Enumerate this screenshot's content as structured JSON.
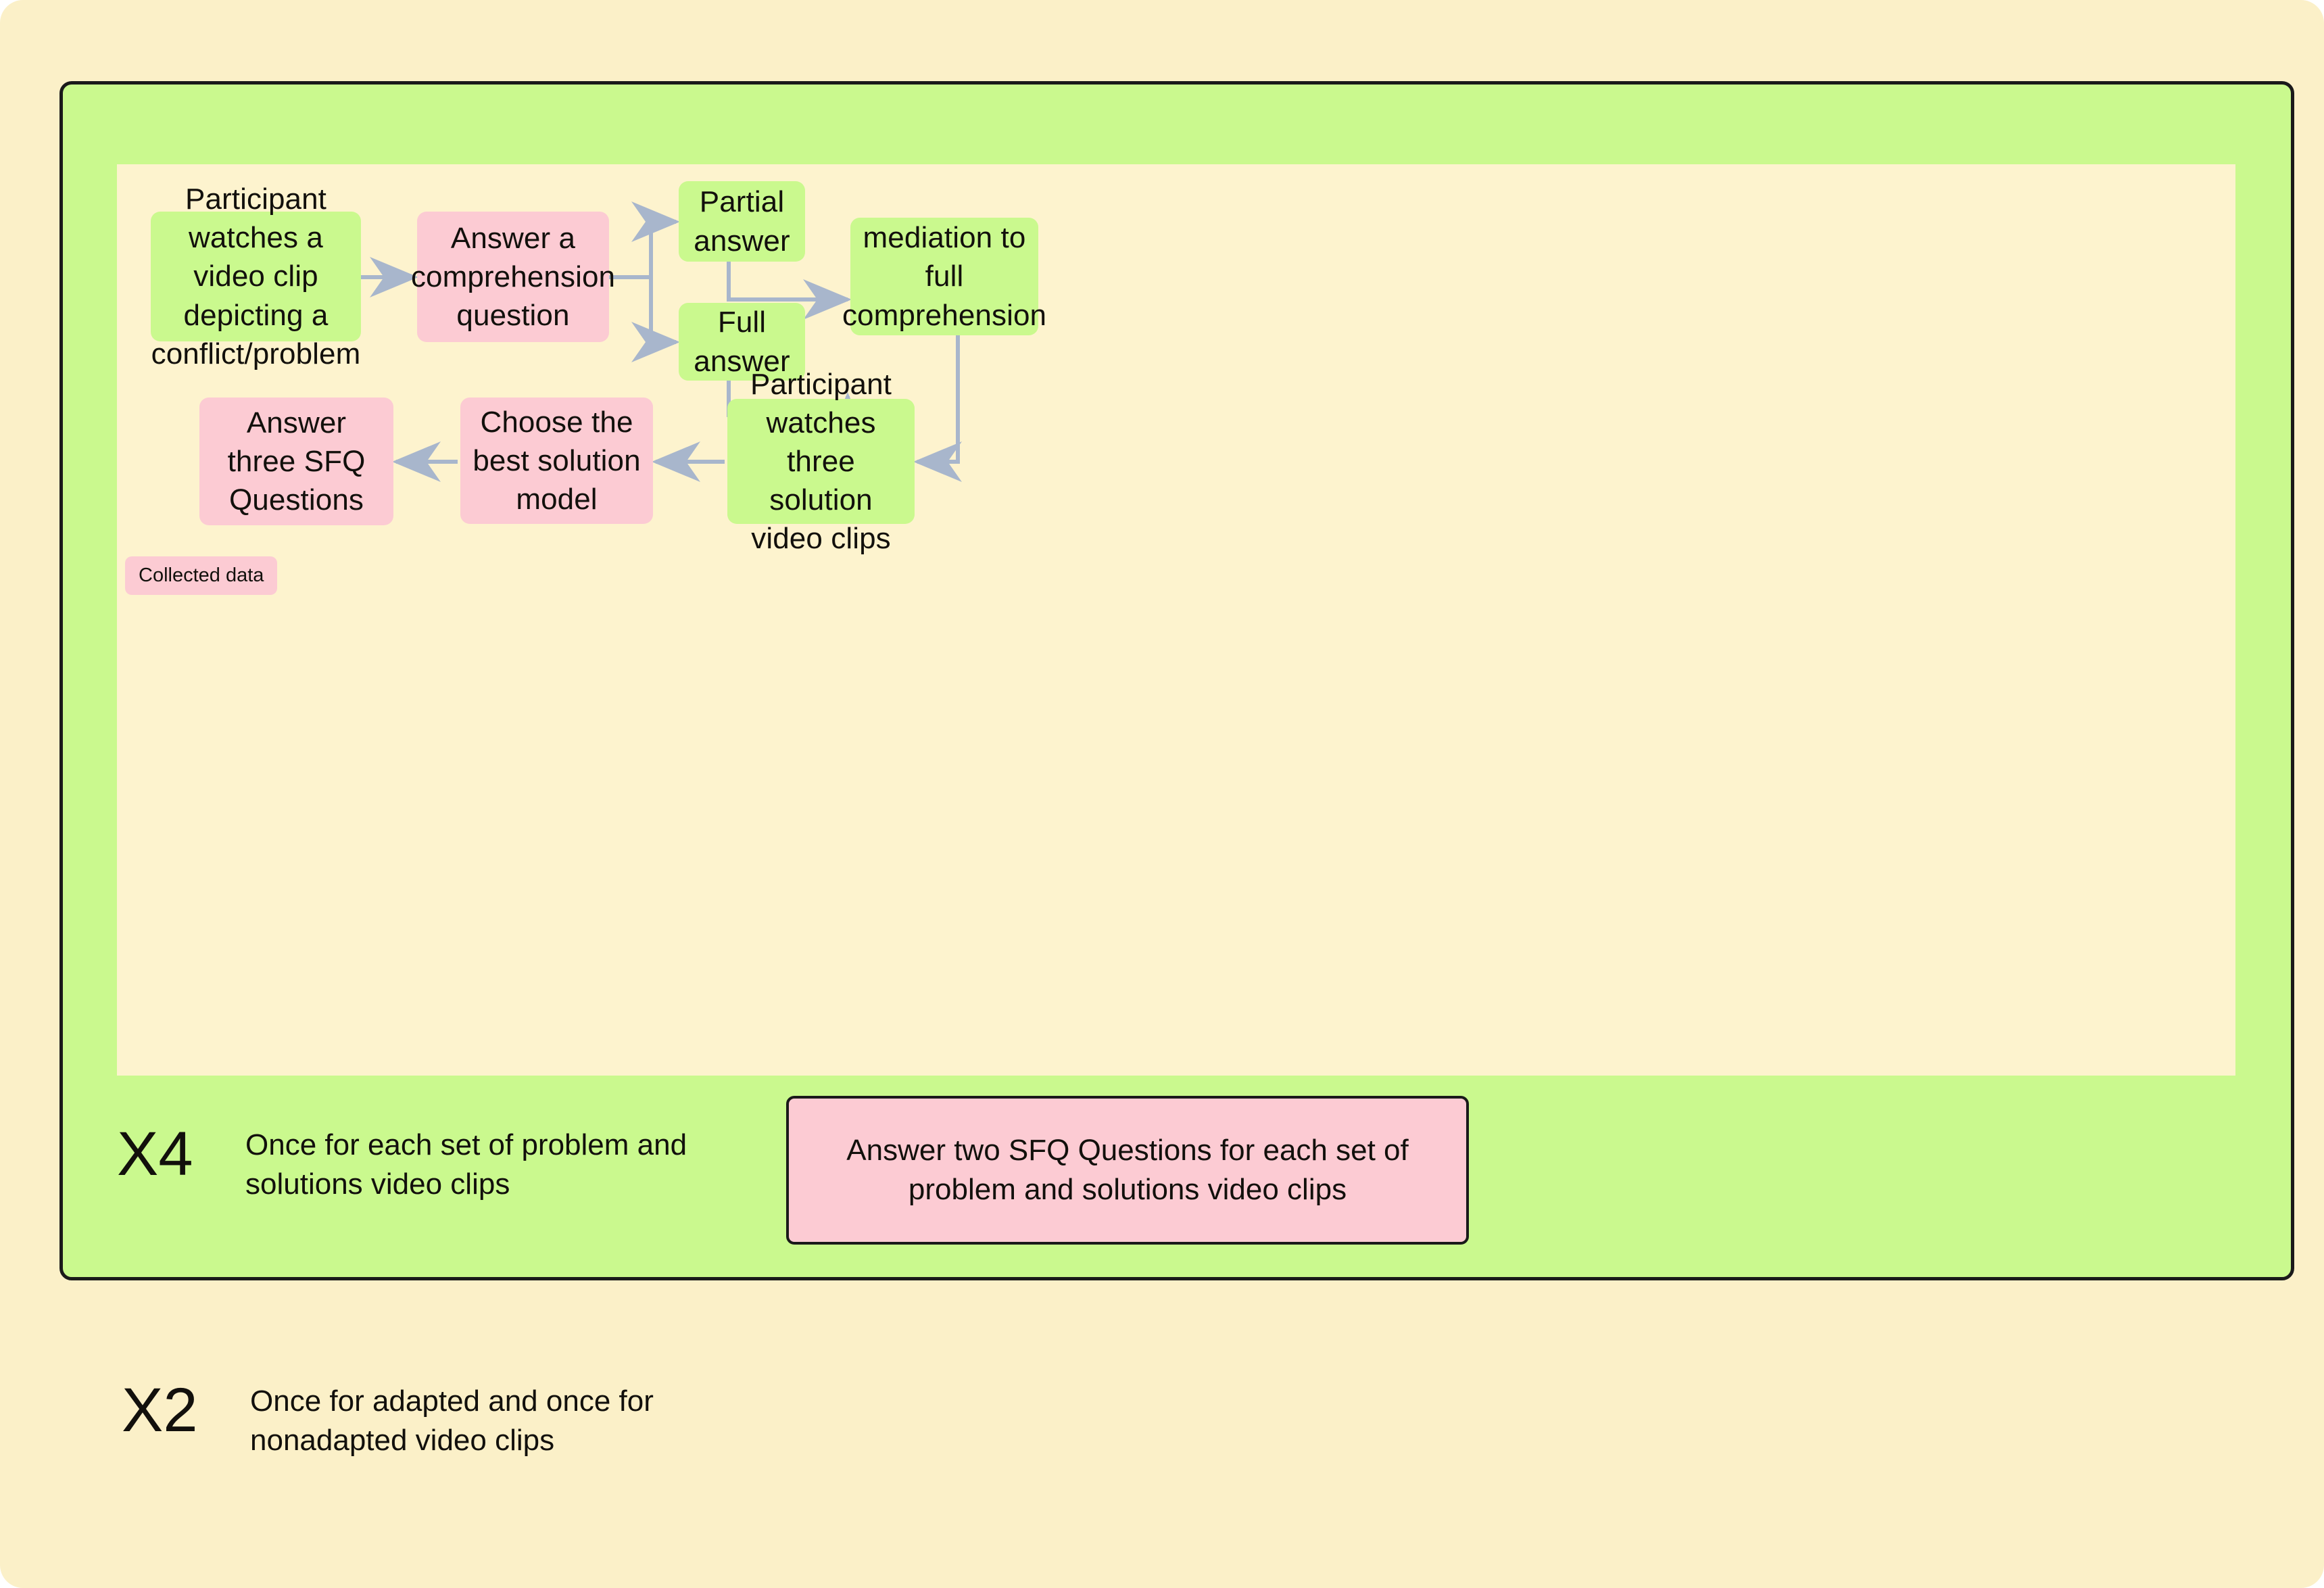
{
  "colors": {
    "page_background": "#fbf0c8",
    "panel_green": "#caf98e",
    "panel_inner_cream": "#fdf3ce",
    "node_pink": "#fccbd3",
    "connector": "#a8b6cc",
    "border_black": "#1a1a1a",
    "text": "#12100c"
  },
  "flow": {
    "nodes": [
      {
        "id": "watch-problem",
        "label": "Participant watches a video clip depicting a conflict/problem",
        "type": "green"
      },
      {
        "id": "comprehension",
        "label": "Answer a comprehension question",
        "type": "pink"
      },
      {
        "id": "partial-answer",
        "label": "Partial answer",
        "type": "green"
      },
      {
        "id": "full-answer",
        "label": "Full answer",
        "type": "green"
      },
      {
        "id": "mediation",
        "label": "mediation to full comprehension",
        "type": "green"
      },
      {
        "id": "watch-solutions",
        "label": "Participant watches three solution video clips",
        "type": "green"
      },
      {
        "id": "choose-solution",
        "label": "Choose the best solution model",
        "type": "pink"
      },
      {
        "id": "answer-sfq3",
        "label": "Answer three SFQ Questions",
        "type": "pink"
      }
    ],
    "edges": [
      {
        "from": "watch-problem",
        "to": "comprehension"
      },
      {
        "from": "comprehension",
        "to": "partial-answer"
      },
      {
        "from": "comprehension",
        "to": "full-answer"
      },
      {
        "from": "partial-answer",
        "to": "mediation"
      },
      {
        "from": "full-answer",
        "to": "watch-solutions"
      },
      {
        "from": "mediation",
        "to": "watch-solutions"
      },
      {
        "from": "watch-solutions",
        "to": "choose-solution"
      },
      {
        "from": "choose-solution",
        "to": "answer-sfq3"
      }
    ]
  },
  "legend": {
    "collected_data_label": "Collected data"
  },
  "annotations": {
    "x4": {
      "multiplier": "X4",
      "text": "Once for each set of problem and solutions video clips",
      "note": "Answer two SFQ Questions for each set of problem and solutions video clips"
    },
    "x2": {
      "multiplier": "X2",
      "text": "Once for adapted and once for nonadapted video clips"
    }
  }
}
